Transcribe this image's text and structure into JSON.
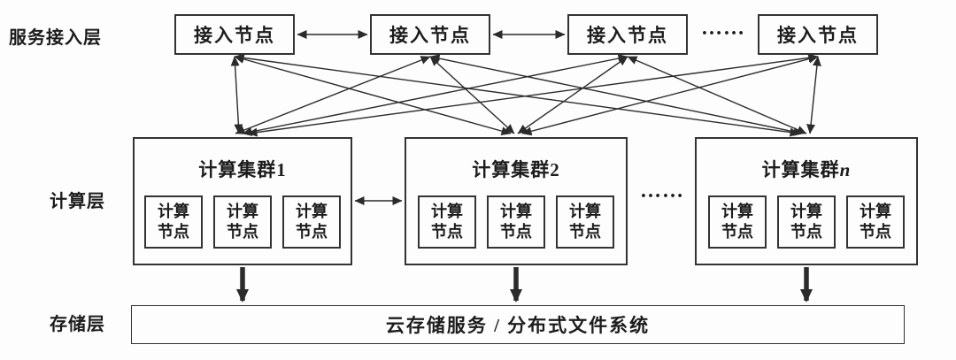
{
  "layers": {
    "access": {
      "label": "服务接入层",
      "node_label": "接入节点",
      "ellipsis": "……"
    },
    "compute": {
      "label": "计算层",
      "node_label": "计算\n节点",
      "ellipsis": "……",
      "clusters": [
        {
          "base": "计算集群",
          "suffix": "1"
        },
        {
          "base": "计算集群",
          "suffix": "2"
        },
        {
          "base": "计算集群",
          "suffix": "n"
        }
      ]
    },
    "storage": {
      "label": "存储层",
      "text": "云存储服务 / 分布式文件系统"
    }
  },
  "colors": {
    "line": "#2b2b2b",
    "border": "#333333",
    "text": "#1c1c1c",
    "background": "#fdfdfd"
  }
}
